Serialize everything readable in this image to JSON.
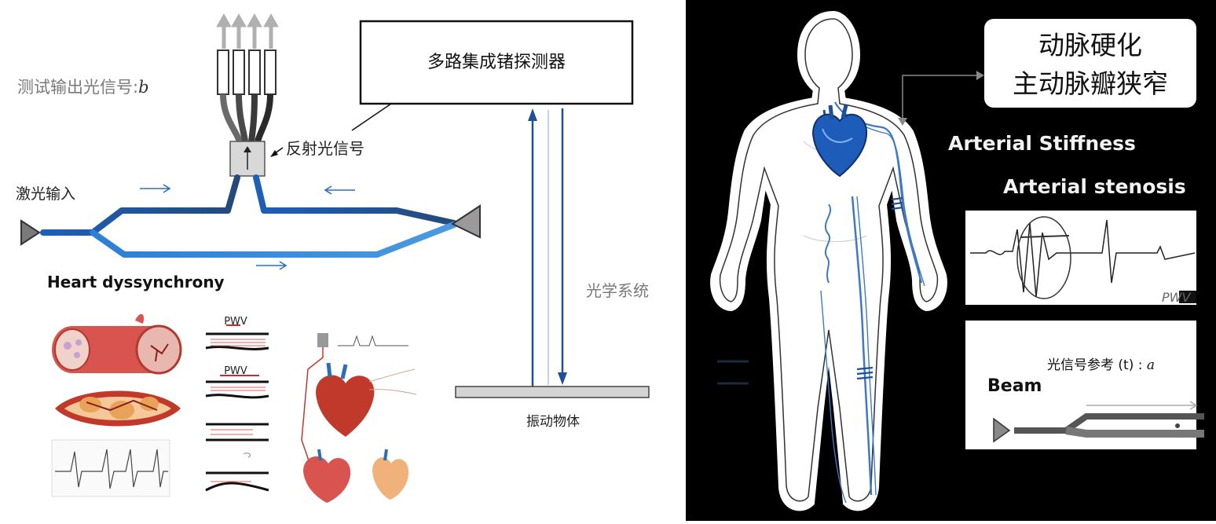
{
  "left": {
    "detector_label": "多路集成锗探测器",
    "output_signal_label": "测试输出光信号:",
    "output_signal_var": "b",
    "reflected_label": "反射光信号",
    "laser_input_label": "激光输入",
    "heart_label": "Heart dyssynchrony",
    "optical_system_label": "光学系统",
    "vibrating_object_label": "振动物体",
    "pwv_label_1": "PWV",
    "pwv_label_2": "PWV"
  },
  "right": {
    "disease_line_1": "动脉硬化",
    "disease_line_2": "主动脉瓣狭窄",
    "stiffness_label": "Arterial Stiffness",
    "stenosis_label": "Arterial stenosis",
    "pwv_label": "PWV",
    "reference_label": "光信号参考 (t) : ",
    "reference_var": "a",
    "beam_label": "Beam"
  },
  "colors": {
    "blue_dark": "#1e4f9a",
    "blue_light": "#3f8fd8",
    "heart_red": "#c0392b",
    "background_right": "#000000"
  }
}
